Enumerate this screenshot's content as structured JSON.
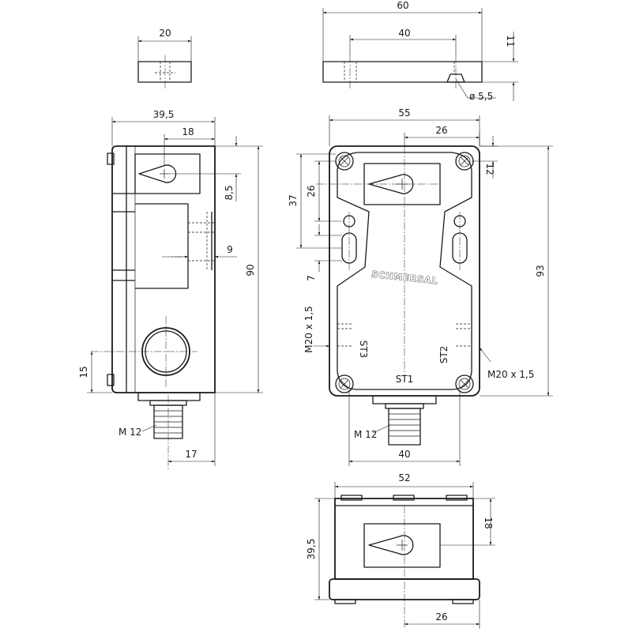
{
  "dimensions": {
    "pad_small_width": "20",
    "pad_large_width": "60",
    "pad_large_holes": "40",
    "pad_large_thickness": "11",
    "pad_hole_diameter": "ø 5,5",
    "side_depth": "39,5",
    "side_slot_offset": "18",
    "side_slot_height": "8,5",
    "side_notch": "9",
    "side_height": "90",
    "side_entry_height": "15",
    "side_connector_offset": "17",
    "side_connector_thread": "M 12",
    "front_width": "55",
    "front_slot_width": "26",
    "front_top_offset": "12",
    "front_screw_spacing": "26",
    "front_slot_spacing": "37",
    "front_bottom_offset": "7",
    "front_height": "93",
    "front_entry_left": "M20 x 1,5",
    "front_entry_right": "M20 x 1,5",
    "front_connector_thread": "M 12",
    "front_bottom_width": "40",
    "bottom_width": "52",
    "bottom_slot_height": "18",
    "bottom_depth": "39,5",
    "bottom_slot_width": "26"
  },
  "labels": {
    "brand": "SCHMERSAL",
    "st1": "ST1",
    "st2": "ST2",
    "st3": "ST3"
  }
}
